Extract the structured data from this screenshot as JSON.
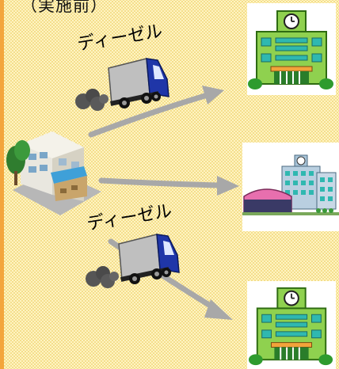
{
  "diagram": {
    "caption": "（実施前）",
    "truck_labels": [
      "ディーゼル",
      "ディーゼル"
    ],
    "icons": {
      "source": "shop-warehouse-icon",
      "vehicle": "diesel-truck-icon",
      "exhaust": "exhaust-smoke-icon",
      "destinations": [
        "school-building-icon",
        "campus-building-icon",
        "school-building-icon"
      ]
    },
    "colors": {
      "background": "#fff4c2",
      "accent_bar": "#f3a53c",
      "arrow": "#a8a8a8",
      "truck_cab": "#1f36a8",
      "truck_cargo": "#bfbfbf",
      "school_wall": "#8fd14f",
      "school_window": "#2fb8b0"
    }
  }
}
